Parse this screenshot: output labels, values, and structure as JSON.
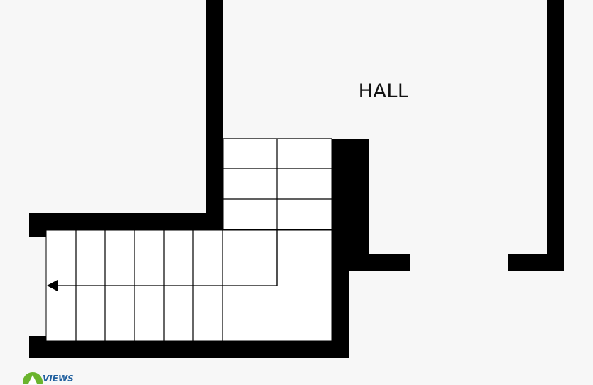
{
  "floorplan": {
    "rooms": [
      {
        "id": "hall",
        "label": "HALL"
      }
    ],
    "colors": {
      "background": "#f7f7f7",
      "wall": "#000000",
      "floor": "#f7f7f7",
      "stairs": "#ffffff",
      "logo_green": "#6ab42d",
      "logo_blue": "#1f5f9e"
    },
    "stairs": {
      "direction": "down-left",
      "arrow_icon": "arrow-left-icon"
    }
  },
  "branding": {
    "logo_text": "VIEWS"
  }
}
